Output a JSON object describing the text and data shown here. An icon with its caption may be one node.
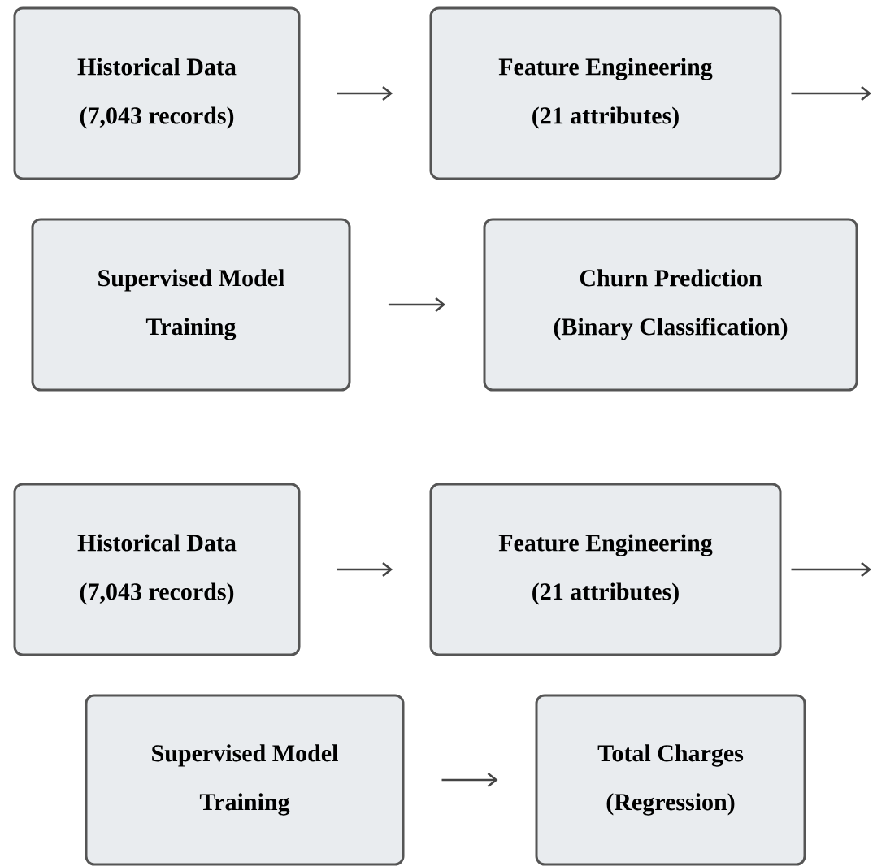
{
  "diagram": {
    "nodes": [
      {
        "text": [
          "Historical Data",
          "(7,043 records)"
        ]
      },
      {
        "text": [
          "Feature Engineering",
          "(21 attributes)"
        ]
      },
      {
        "text": [
          "Supervised Model",
          "Training"
        ]
      },
      {
        "text": [
          "Churn Prediction",
          "(Binary Classification)"
        ]
      },
      {
        "text": [
          "Historical Data",
          "(7,043 records)"
        ]
      },
      {
        "text": [
          "Feature Engineering",
          "(21 attributes)"
        ]
      },
      {
        "text": [
          "Supervised Model",
          "Training"
        ]
      },
      {
        "text": [
          "Total Charges",
          "(Regression)"
        ]
      }
    ],
    "edges": [
      {
        "from": 0,
        "to": 1,
        "arrow": "to"
      },
      {
        "from": 1,
        "to": null,
        "arrow": "to"
      },
      {
        "from": 2,
        "to": 3,
        "arrow": "to"
      },
      {
        "from": 4,
        "to": 5,
        "arrow": "to"
      },
      {
        "from": 5,
        "to": null,
        "arrow": "to"
      },
      {
        "from": 6,
        "to": 7,
        "arrow": "to"
      }
    ]
  }
}
